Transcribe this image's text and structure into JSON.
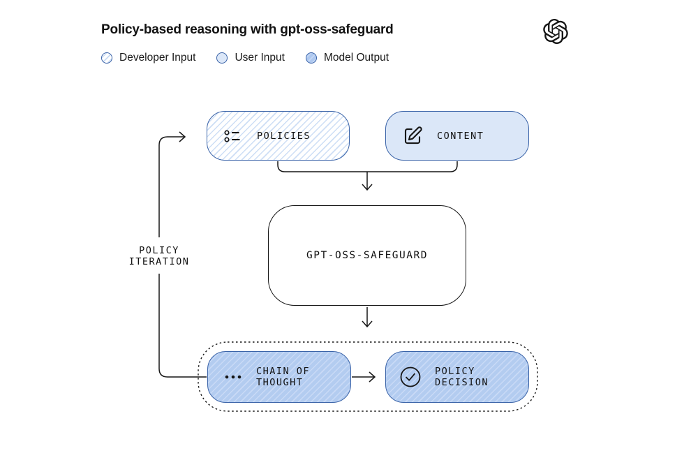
{
  "header": {
    "title": "Policy-based reasoning with gpt-oss-safeguard",
    "logo_icon": "openai-logo"
  },
  "legend": {
    "items": [
      {
        "label": "Developer Input",
        "swatch_style": "hatched-light"
      },
      {
        "label": "User Input",
        "swatch_style": "solid-light"
      },
      {
        "label": "Model Output",
        "swatch_style": "hatched-blue"
      }
    ]
  },
  "diagram": {
    "policies": {
      "label": "POLICIES",
      "icon": "list-icon",
      "style": "developer-input"
    },
    "content": {
      "label": "CONTENT",
      "icon": "edit-icon",
      "style": "user-input"
    },
    "model": {
      "label": "GPT-OSS-SAFEGUARD"
    },
    "chain_of_thought": {
      "line1": "CHAIN OF",
      "line2": "THOUGHT",
      "icon": "ellipsis-icon",
      "style": "model-output"
    },
    "policy_decision": {
      "line1": "POLICY",
      "line2": "DECISION",
      "icon": "check-circle-icon",
      "style": "model-output"
    },
    "policy_iteration": {
      "line1": "POLICY",
      "line2": "ITERATION"
    }
  },
  "colors": {
    "accent_blue_border": "#3a63a8",
    "light_blue_fill": "#dbe7f8",
    "model_blue_fill": "#b3ccf0",
    "ink": "#161616"
  }
}
